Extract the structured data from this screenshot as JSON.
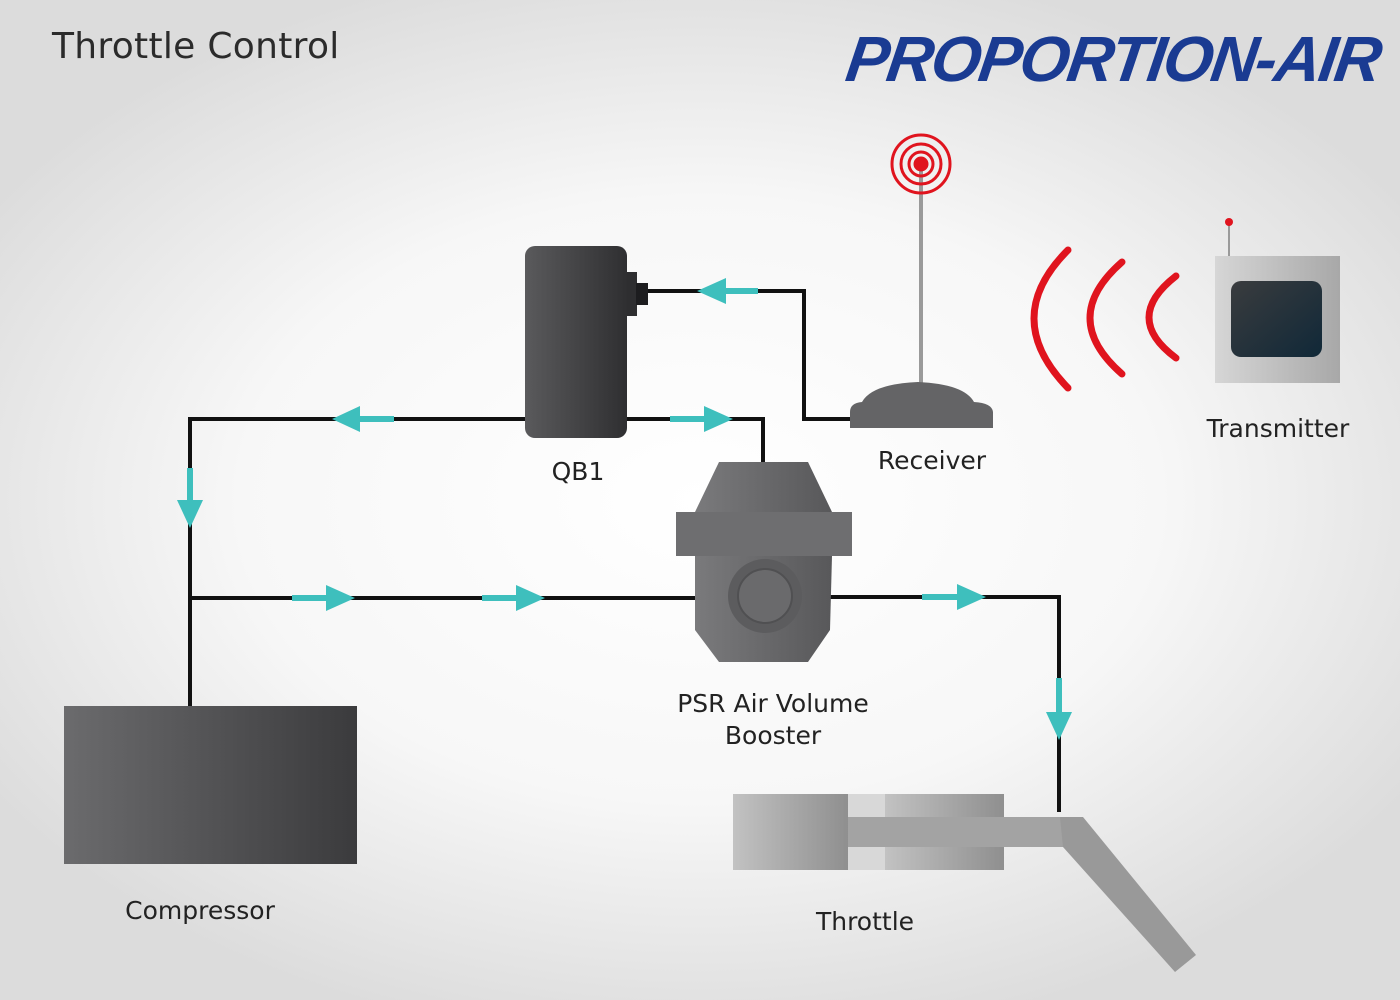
{
  "title": "Throttle Control",
  "logo": {
    "text": "PROPORTION-AIR"
  },
  "components": {
    "qb1": "QB1",
    "receiver": "Receiver",
    "transmitter": "Transmitter",
    "booster_line1": "PSR Air Volume",
    "booster_line2": "Booster",
    "compressor": "Compressor",
    "throttle": "Throttle"
  },
  "colors": {
    "pipe": "#111111",
    "flow_arrow": "#3ebfbd",
    "signal_red": "#e0141e",
    "logo_blue": "#1a3b92",
    "device_dark": "#3a3a3c",
    "device_grey": "#6e6e70"
  }
}
